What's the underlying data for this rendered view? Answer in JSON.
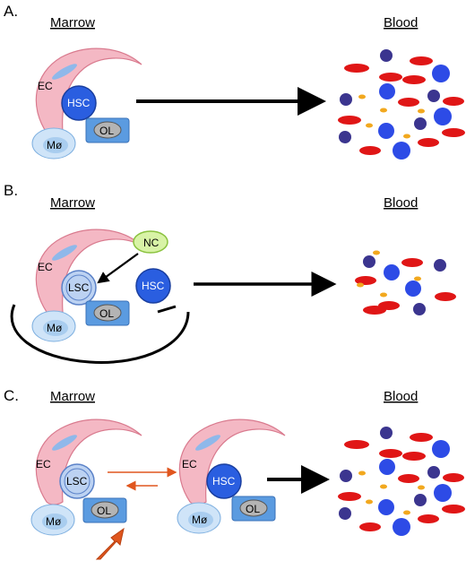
{
  "panels": [
    {
      "letter": "A.",
      "left_heading": "Marrow",
      "right_heading": "Blood"
    },
    {
      "letter": "B.",
      "left_heading": "Marrow",
      "right_heading": "Blood"
    },
    {
      "letter": "C.",
      "left_heading": "Marrow",
      "right_heading": "Blood"
    }
  ],
  "cell_labels": {
    "ec": "EC",
    "hsc": "HSC",
    "lsc": "LSC",
    "ol": "OL",
    "macrophage": "Mø",
    "nc": "NC"
  },
  "colors": {
    "endothelial": "#f4b8c4",
    "endothelial_stroke": "#d97a8e",
    "stem_cell": "#2a5ee0",
    "leukemic_stem_cell": "#bcd2f2",
    "osteoblast_box": "#5b9be0",
    "osteoblast_core": "#b4b4b4",
    "macrophage": "#cfe4f8",
    "niche_cell": "#d8f3a6",
    "blood_blue": "#2d4be6",
    "blood_navy": "#3b358f",
    "blood_red": "#e01616",
    "blood_platelet": "#f2a81e",
    "arrow_highlight": "#e0561e"
  }
}
